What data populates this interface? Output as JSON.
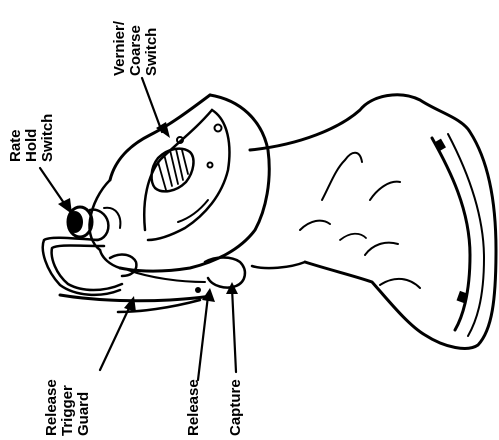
{
  "labels": {
    "vernier": [
      "Vernier/",
      "Coarse",
      "Switch"
    ],
    "rate": [
      "Rate",
      "Hold",
      "Switch"
    ],
    "release_trigger_guard": [
      "Release",
      "Trigger",
      "Guard"
    ],
    "release": [
      "Release"
    ],
    "capture": [
      "Capture"
    ]
  },
  "colors": {
    "ink": "#000000",
    "background": "#ffffff"
  }
}
